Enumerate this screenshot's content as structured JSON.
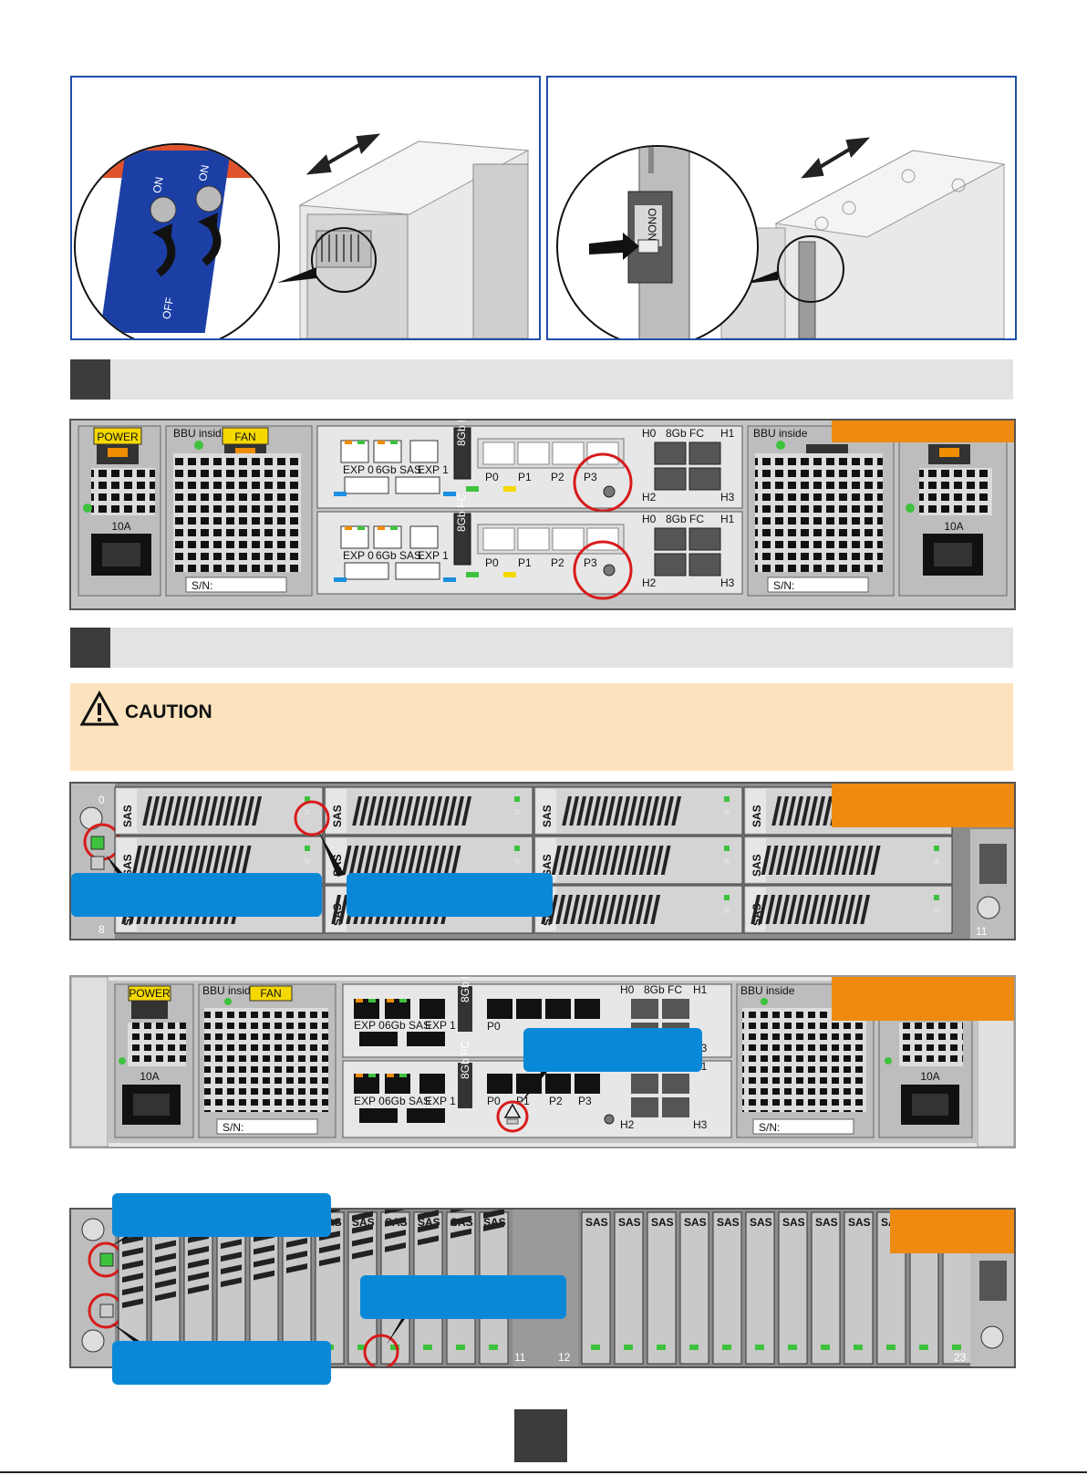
{
  "caution": {
    "title": "CAUTION"
  },
  "switches": {
    "on": "ON",
    "off": "OFF"
  },
  "pdu_label": "ONON",
  "controller": {
    "power": "POWER",
    "fan": "FAN",
    "bbu": "BBU inside",
    "amp": "10A",
    "sn": "S/N:",
    "exp0": "EXP 0",
    "exp1": "EXP 1",
    "sas": "6Gb SAS",
    "fc": "8Gb FC",
    "ports": [
      "P0",
      "P1",
      "P2",
      "P3"
    ],
    "host_ports": [
      "H0",
      "H1",
      "H2",
      "H3"
    ]
  },
  "disk": {
    "sas": "SAS",
    "slots_12": [
      "0",
      "8",
      "11"
    ],
    "slots_24": [
      "11",
      "12",
      "23"
    ]
  },
  "colors": {
    "accent_orange": "#ef8a10",
    "callout_blue": "#0a88d8",
    "frame_blue": "#1f4fa8"
  }
}
